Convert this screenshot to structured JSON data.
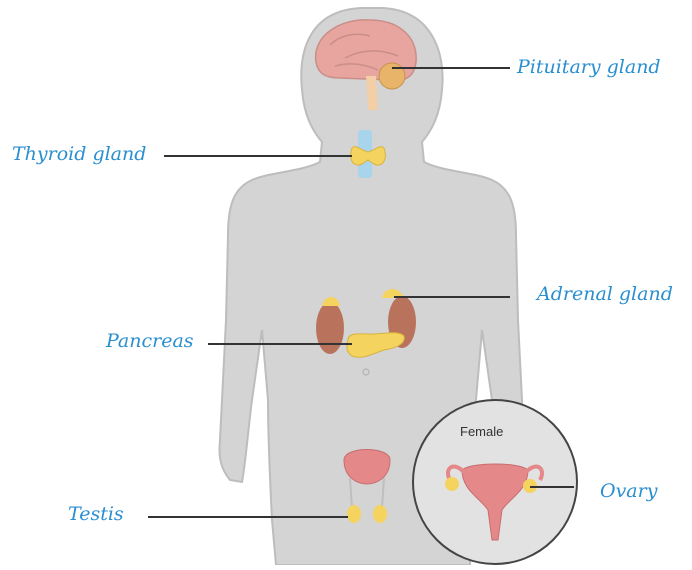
{
  "labels": {
    "pituitary": "Pituitary gland",
    "thyroid": "Thyroid gland",
    "adrenal": "Adrenal gland",
    "pancreas": "Pancreas",
    "testis": "Testis",
    "ovary": "Ovary"
  },
  "inset": {
    "title": "Female"
  },
  "colors": {
    "label_ink": "#2a8fd0",
    "leader_line": "#333333",
    "body_fill": "#d4d4d4",
    "body_outline": "#bdbdbd",
    "brain": "#e8a5a0",
    "gland_yellow": "#f4d35e",
    "kidney": "#b9735d",
    "thyroid_blue": "#a8d4ec",
    "uterus": "#e4888a",
    "inset_ring": "#444444"
  }
}
